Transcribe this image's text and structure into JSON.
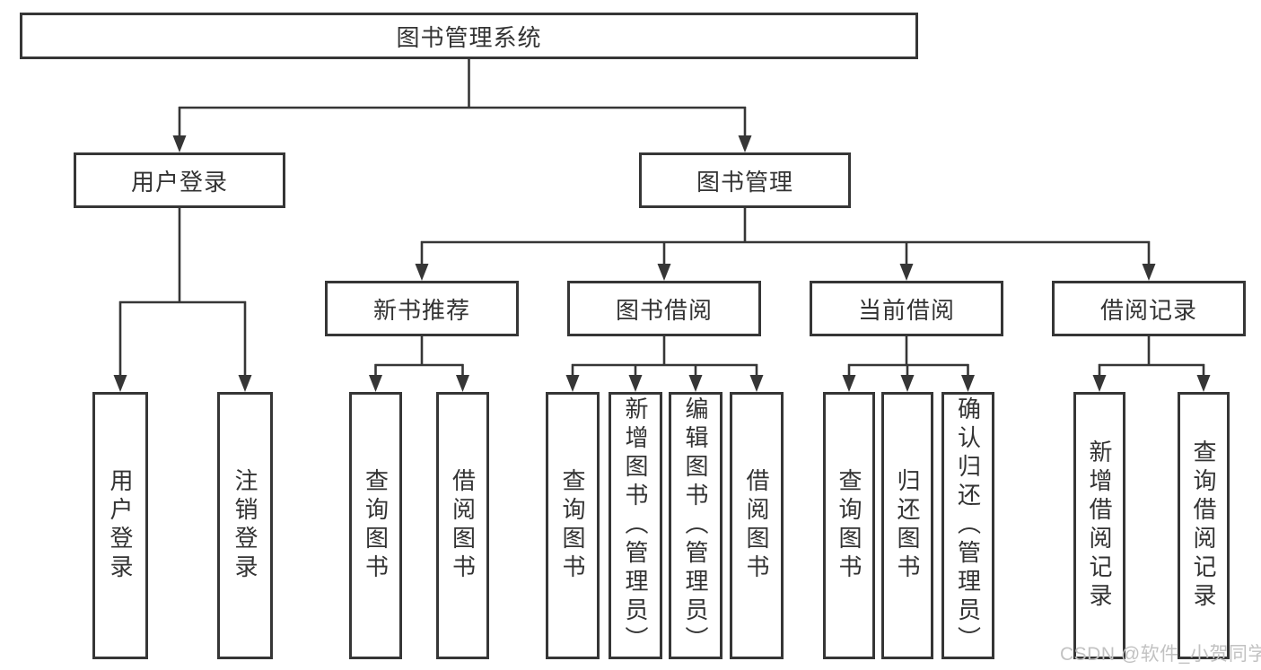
{
  "diagram": {
    "root": {
      "label": "图书管理系统"
    },
    "user": {
      "label": "用户登录",
      "children": [
        {
          "label": "用户登录"
        },
        {
          "label": "注销登录"
        }
      ]
    },
    "mgmt": {
      "label": "图书管理",
      "groups": [
        {
          "label": "新书推荐",
          "children": [
            {
              "label": "查询图书"
            },
            {
              "label": "借阅图书"
            }
          ]
        },
        {
          "label": "图书借阅",
          "children": [
            {
              "label": "查询图书"
            },
            {
              "label": "新增图书（管理员）"
            },
            {
              "label": "编辑图书（管理员）"
            },
            {
              "label": "借阅图书"
            }
          ]
        },
        {
          "label": "当前借阅",
          "children": [
            {
              "label": "查询图书"
            },
            {
              "label": "归还图书"
            },
            {
              "label": "确认归还（管理员）"
            }
          ]
        },
        {
          "label": "借阅记录",
          "children": [
            {
              "label": "新增借阅记录"
            },
            {
              "label": "查询借阅记录"
            }
          ]
        }
      ]
    }
  },
  "watermark": "CSDN @软件_小贺同学",
  "colors": {
    "line": "#363636",
    "text": "#333333",
    "watermark": "#c2c2c2"
  }
}
